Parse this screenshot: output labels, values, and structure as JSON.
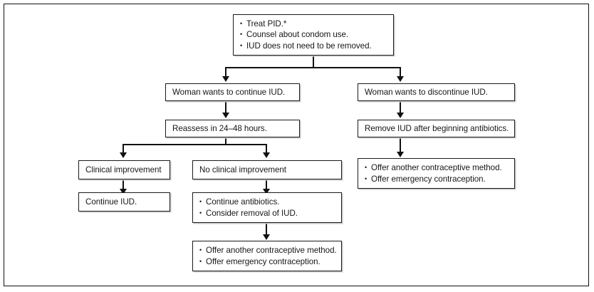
{
  "figure": {
    "type": "flowchart",
    "orientation": "top-down",
    "frame_border_color": "#111111",
    "box_border_color": "#1a1a1a",
    "connector_color": "#111111",
    "background": "#ffffff"
  },
  "nodes": {
    "initial_management": {
      "id": "initial-management",
      "lines": [
        "Treat PID.*",
        "Counsel about condom use.",
        "IUD does not need to be removed."
      ]
    },
    "continue_branch": {
      "id": "woman-wants-continue",
      "lines": [
        "Woman wants to continue IUD."
      ]
    },
    "discontinue_branch": {
      "id": "woman-wants-discontinue",
      "lines": [
        "Woman wants to discontinue IUD."
      ]
    },
    "reassess": {
      "id": "reassess",
      "lines": [
        "Reassess in 24–48 hours."
      ]
    },
    "remove_iud": {
      "id": "remove-iud",
      "lines": [
        "Remove IUD after beginning antibiotics."
      ]
    },
    "clinical_improvement": {
      "id": "clinical-improvement",
      "lines": [
        "Clinical improvement"
      ]
    },
    "no_clinical_improvement": {
      "id": "no-clinical-improvement",
      "lines": [
        "No clinical improvement"
      ]
    },
    "continue_iud": {
      "id": "continue-iud",
      "lines": [
        "Continue IUD."
      ]
    },
    "continue_antibiotics": {
      "id": "continue-antibiotics",
      "lines": [
        "Continue antibiotics.",
        "Consider removal of IUD."
      ]
    },
    "offer_contraception_left": {
      "id": "offer-contraception-left",
      "lines": [
        "Offer another contraceptive method.",
        "Offer emergency contraception."
      ]
    },
    "offer_contraception_right": {
      "id": "offer-contraception-right",
      "lines": [
        "Offer another contraceptive method.",
        "Offer emergency contraception."
      ]
    }
  }
}
